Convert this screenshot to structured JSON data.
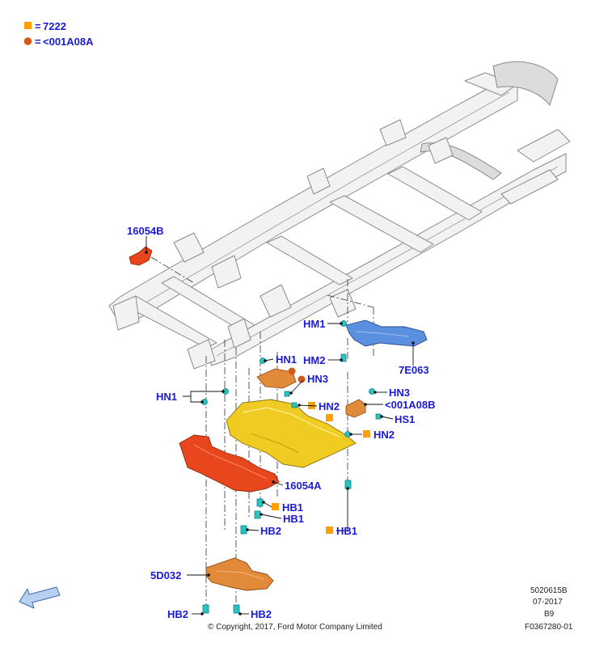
{
  "legend": {
    "square_label": "7222",
    "circle_label": "<001A08A",
    "square_color": "#ffa000",
    "circle_color": "#d4581a"
  },
  "callouts": {
    "c16054B": "16054B",
    "HM1": "HM1",
    "HM2": "HM2",
    "c7E063": "7E063",
    "HN1_upper": "HN1",
    "HN3_upper": "HN3",
    "HN1_left": "HN1",
    "HN2_upper": "HN2",
    "HN3_right": "HN3",
    "c001A08B": "<001A08B",
    "HS1": "HS1",
    "HN2_right": "HN2",
    "c16054A": "16054A",
    "HB1_a": "HB1",
    "HB1_b": "HB1",
    "HB1_right": "HB1",
    "HB2_upper": "HB2",
    "c5D032": "5D032",
    "HB2_left": "HB2",
    "HB2_right": "HB2"
  },
  "footer": {
    "copyright": "© Copyright, 2017, Ford Motor Company Limited",
    "code": "5020615B",
    "date": "07-2017",
    "revision": "B9",
    "figure": "F0367280-01"
  },
  "colors": {
    "label_blue": "#1a1ad6",
    "skid_plate_blue": "#5b8fe0",
    "skid_plate_yellow": "#f0cc22",
    "shield_red": "#e8461c",
    "shield_orange": "#e08a3a",
    "fastener_cyan": "#27c4c4"
  }
}
